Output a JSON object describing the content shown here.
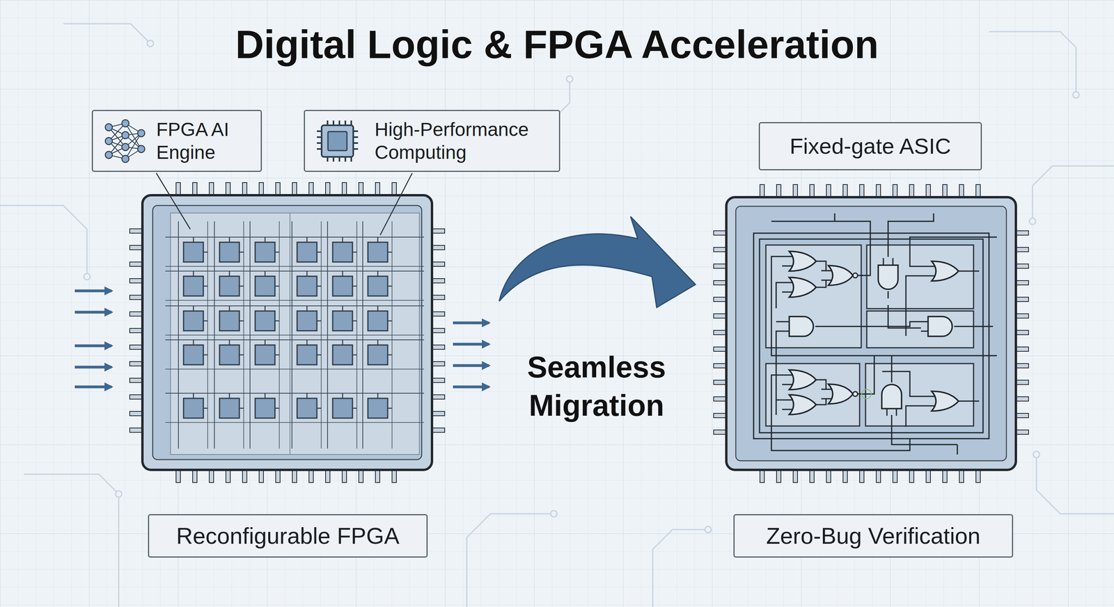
{
  "diagram": {
    "title": "Digital Logic & FPGA Acceleration",
    "nodes": [
      {
        "text": [
          "FPGA AI Engine"
        ]
      },
      {
        "text": [
          "High-Performance Computing"
        ]
      },
      {
        "text": [
          "Fixed-gate ASIC"
        ]
      },
      {
        "text": [
          "Reconfigurable FPGA"
        ]
      },
      {
        "text": [
          "Zero-Bug Verification"
        ]
      }
    ],
    "labels": [
      "Seamless Migration"
    ]
  }
}
